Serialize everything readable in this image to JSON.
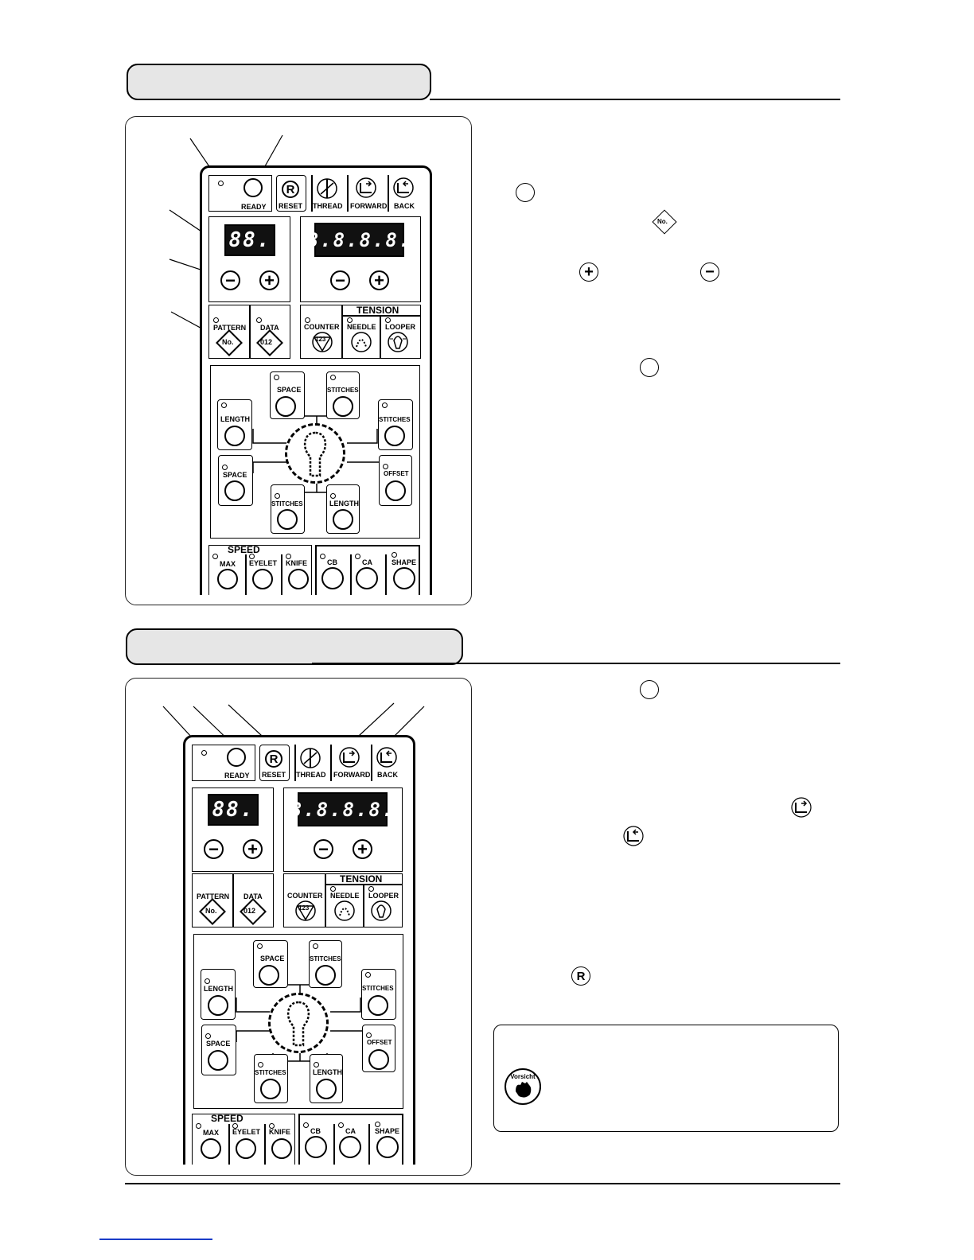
{
  "panel": {
    "ready": "READY",
    "reset_icon": "R",
    "reset": "RESET",
    "thread": "THREAD",
    "forward": "FORWARD",
    "back": "BACK",
    "display_small": "88.",
    "display_large": "8.8.8.8.",
    "tension": "TENSION",
    "pattern": "PATTERN",
    "pattern_icon": "No.",
    "data": "DATA",
    "data_icon": "012",
    "counter": "COUNTER",
    "counter_icon": "123",
    "needle": "NEEDLE",
    "looper": "LOOPER",
    "space": "SPACE",
    "stitches": "STITCHES",
    "length": "LENGTH",
    "offset": "OFFSET",
    "speed": "SPEED",
    "max": "MAX",
    "eyelet": "EYELET",
    "knife": "KNIFE",
    "cb": "CB",
    "ca": "CA",
    "shape": "SHAPE"
  },
  "inline_icons": {
    "no": "No.",
    "r": "R"
  },
  "caution": {
    "label": "Vorsicht"
  },
  "icons": [
    "ready-circle-icon",
    "reset-r-icon",
    "thread-icon",
    "forward-icon",
    "back-icon",
    "plus-icon",
    "minus-icon",
    "pattern-no-icon",
    "data-icon",
    "counter-icon",
    "needle-tension-icon",
    "looper-tension-icon",
    "eyelet-shape-icon",
    "caution-hand-icon"
  ]
}
